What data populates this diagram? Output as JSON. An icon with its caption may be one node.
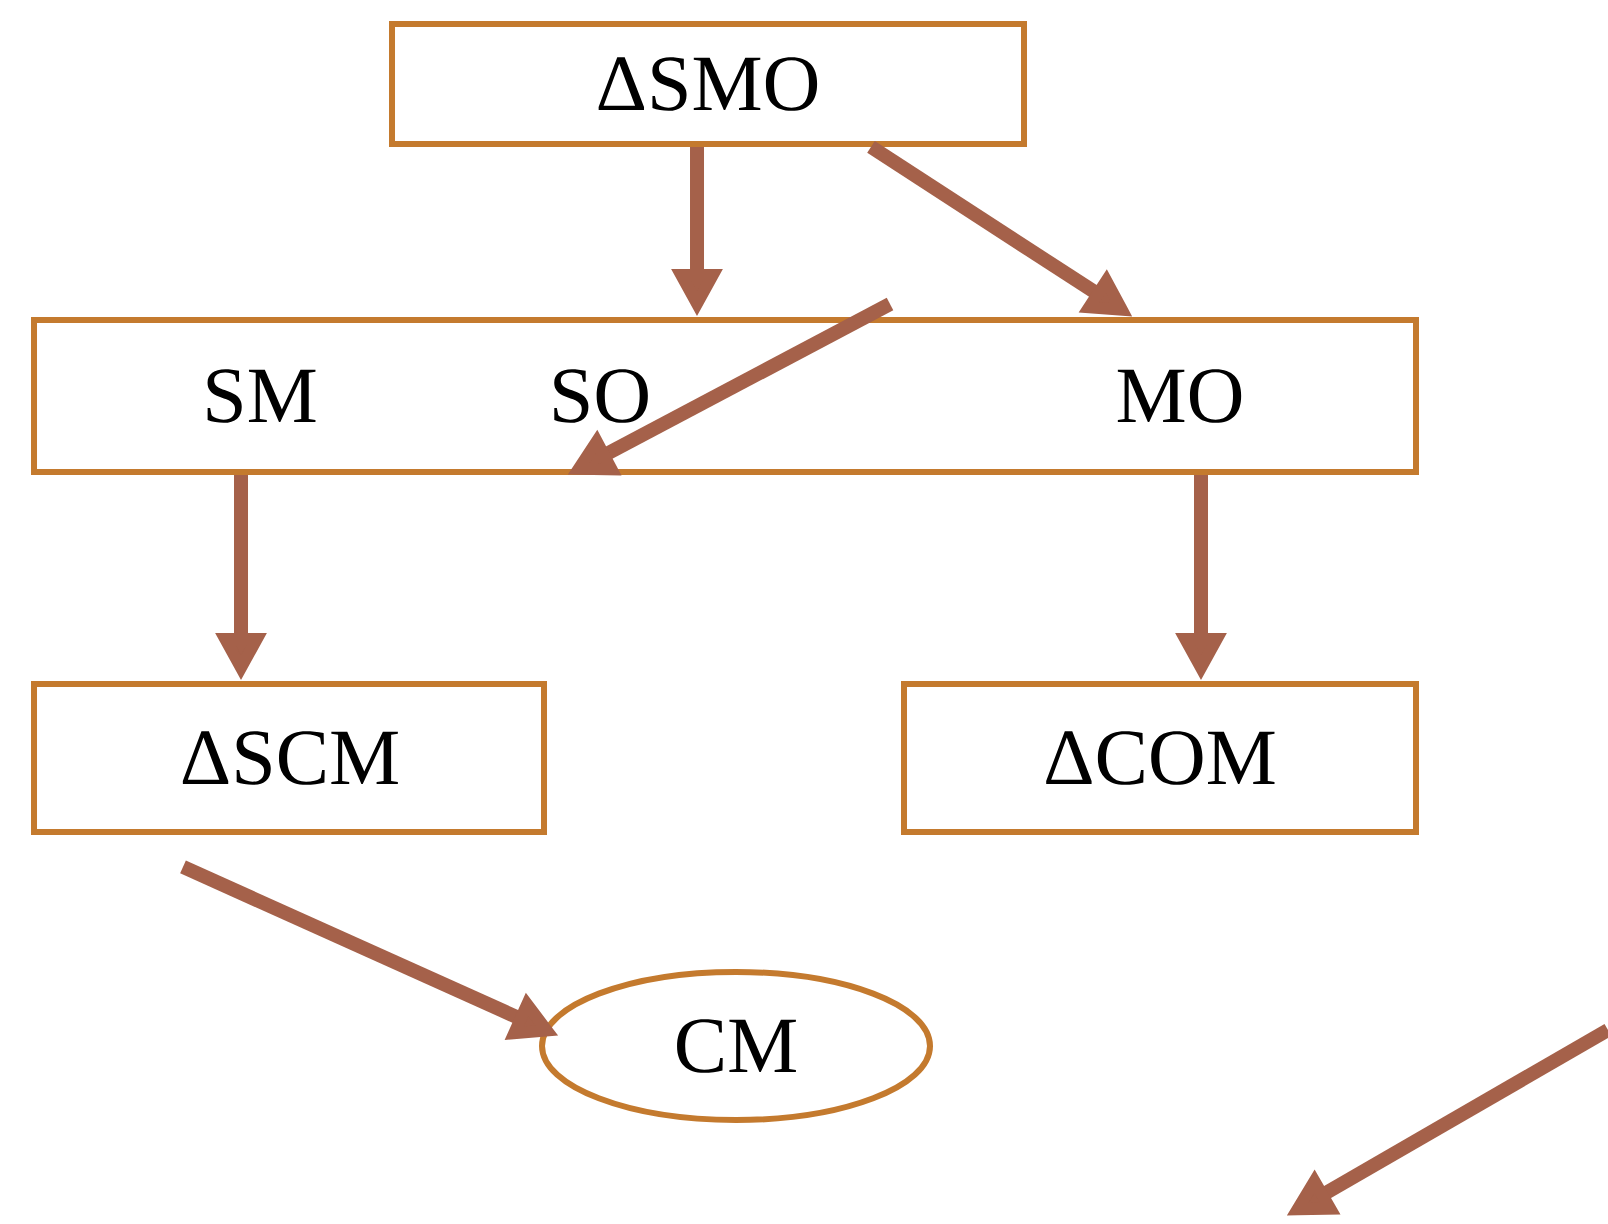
{
  "diagram": {
    "nodes": [
      {
        "text": [
          "ΔSMO"
        ]
      },
      {
        "text": [
          "SM",
          "SO",
          "MO"
        ]
      },
      {
        "text": [
          "ΔSCM"
        ]
      },
      {
        "text": [
          "ΔCOM"
        ]
      },
      {
        "text": [
          "CM"
        ]
      }
    ],
    "edges": [
      {
        "from": 0,
        "to": 1,
        "arrow": "to"
      },
      {
        "from": 0,
        "to": 1,
        "arrow": "to"
      },
      {
        "from": null,
        "to": 1,
        "arrow": "to"
      },
      {
        "from": 1,
        "to": 2,
        "arrow": "to"
      },
      {
        "from": 1,
        "to": 3,
        "arrow": "to"
      },
      {
        "from": 2,
        "to": 4,
        "arrow": "to"
      }
    ]
  }
}
